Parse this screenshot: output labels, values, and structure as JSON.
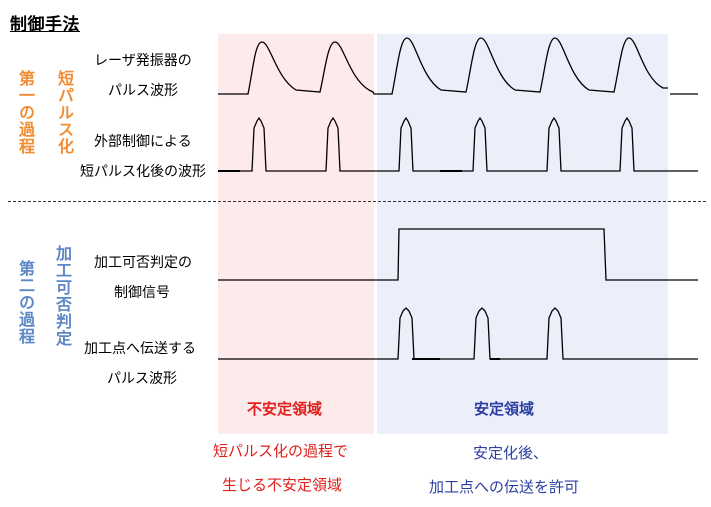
{
  "title": "制御手法",
  "stage1": {
    "line1": "第一の過程",
    "line2": "短パルス化"
  },
  "stage2": {
    "line1": "第二の過程",
    "line2": "加工可否判定"
  },
  "rows": {
    "laser_line1": "レーザ発振器の",
    "laser_line2": "パルス波形",
    "ext_line1": "外部制御による",
    "ext_line2": "短パルス化後の波形",
    "judge_line1": "加工可否判定の",
    "judge_line2": "制御信号",
    "trans_line1": "加工点へ伝送する",
    "trans_line2": "パルス波形"
  },
  "regions": {
    "unstable_title": "不安定領域",
    "stable_title": "安定領域"
  },
  "notes": {
    "unstable_line1": "短パルス化の過程で",
    "unstable_line2": "生じる不安定領域",
    "stable_line1": "安定化後、",
    "stable_line2": "加工点への伝送を許可"
  },
  "colors": {
    "stage_orange": "#f08c32",
    "stage_blue": "#5b87c5",
    "unstable_bg": "#fdeaea",
    "stable_bg": "#eceefa",
    "unstable_text": "#e0201c",
    "stable_text": "#2b3fa3"
  }
}
